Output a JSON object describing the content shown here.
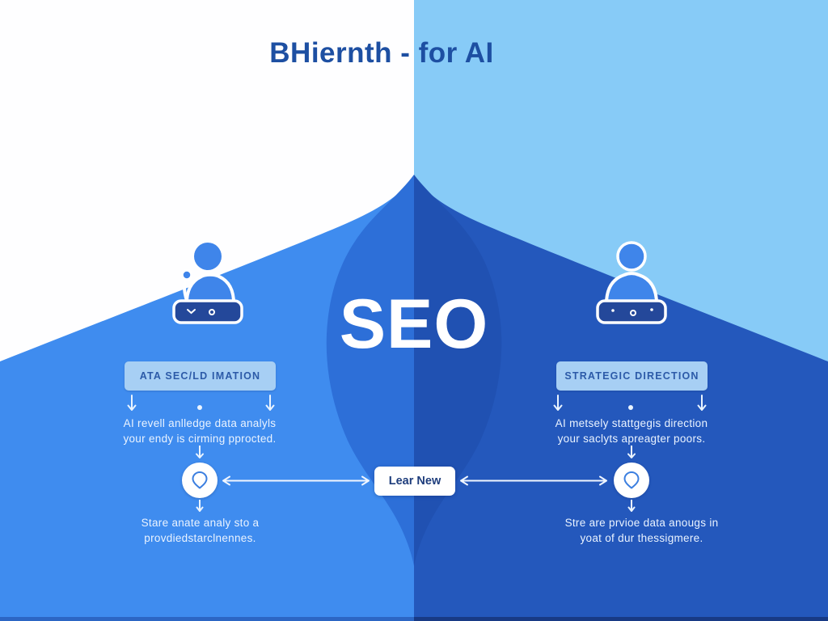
{
  "title": "BHiernth - for AI",
  "center": {
    "headline": "SEO",
    "button_label": "Lear New"
  },
  "left_panel": {
    "label": "ATA SEC/LD IMATION",
    "desc_line1": "AI revell anlledge data analyls",
    "desc_line2": "your endy is cirming pprocted.",
    "note_line1": "Stare anate analy sto a",
    "note_line2": "provdiedstarclnennes."
  },
  "right_panel": {
    "label": "STRATEGIC DIRECTION",
    "desc_line1": "AI metsely stattgegis direction",
    "desc_line2": "your saclyts apreagter poors.",
    "note_line1": "Stre are prvioe data anougs in",
    "note_line2": "yoat of dur thessigmere."
  },
  "icons": {
    "left_person": "person-at-desk-icon",
    "right_person": "person-at-desk-icon",
    "left_pin": "location-pin-icon",
    "right_pin": "location-pin-icon",
    "flow_arrow": "down-arrow-icon",
    "connector": "double-headed-arrow-icon"
  },
  "colors": {
    "white_bg": "#FEFEFF",
    "sky_bg": "#87CBF7",
    "left_wave_outer": "#3F8CEF",
    "left_wave_inner": "#2D6FD8",
    "right_wave_outer": "#2458BC",
    "right_wave_inner": "#2051B2",
    "title_text": "#1D4FA2",
    "headline_text": "#FFFFFF",
    "label_bg": "#A7CFF4",
    "label_text": "#2C5AA8",
    "body_text": "#EAF3FF",
    "desk_fill": "#24489A",
    "button_bg": "#FFFFFF",
    "button_text": "#1E3D7C"
  }
}
